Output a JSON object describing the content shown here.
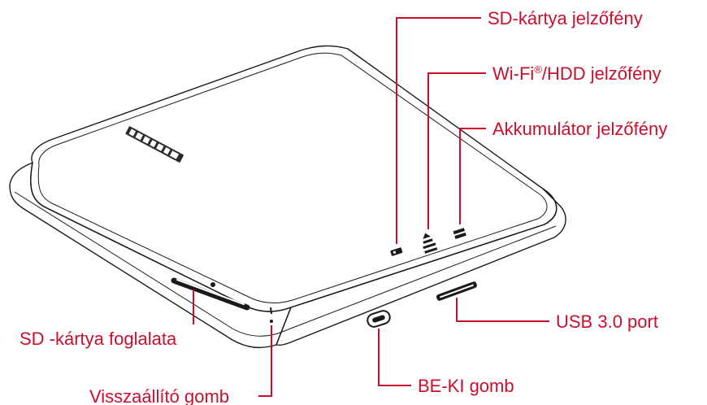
{
  "colors": {
    "callout_text": "#c8102e",
    "leader_line": "#c8102e",
    "device_outline": "#1a1a1a",
    "background": "#ffffff"
  },
  "device": {
    "logo_text": "TOSHIBA",
    "type": "portable wireless hard drive"
  },
  "labels": {
    "sd_led": "SD-kártya jelzőfény",
    "wifi_led_prefix": "Wi-Fi",
    "wifi_led_reg": "®",
    "wifi_led_suffix": "/HDD jelzőfény",
    "battery_led": "Akkumulátor jelzőfény",
    "usb_port": "USB 3.0 port",
    "sd_slot": "SD -kártya foglalata",
    "power_button": "BE-KI gomb",
    "reset_button": "Visszaállító gomb"
  }
}
